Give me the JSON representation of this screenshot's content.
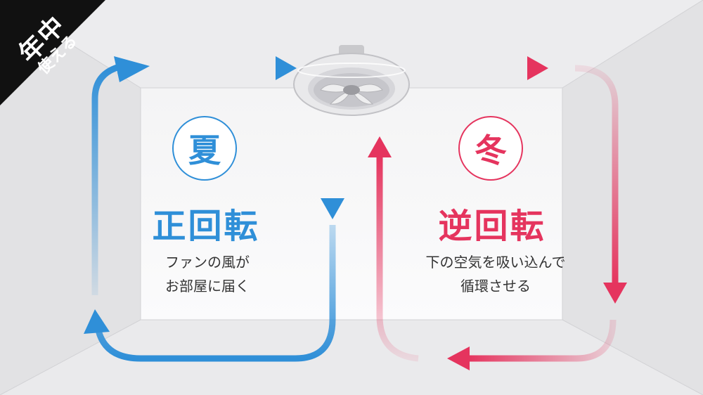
{
  "badge": {
    "line1": "年中",
    "line2": "使える",
    "color": "#111111"
  },
  "summer": {
    "season": "夏",
    "mode": "正回転",
    "desc_line1": "ファンの風が",
    "desc_line2": "お部屋に届く",
    "color": "#2f8fd8"
  },
  "winter": {
    "season": "冬",
    "mode": "逆回転",
    "desc_line1": "下の空気を吸い込んで",
    "desc_line2": "循環させる",
    "color": "#e5345e"
  },
  "fan": {
    "icon": "ceiling-fan-icon"
  }
}
